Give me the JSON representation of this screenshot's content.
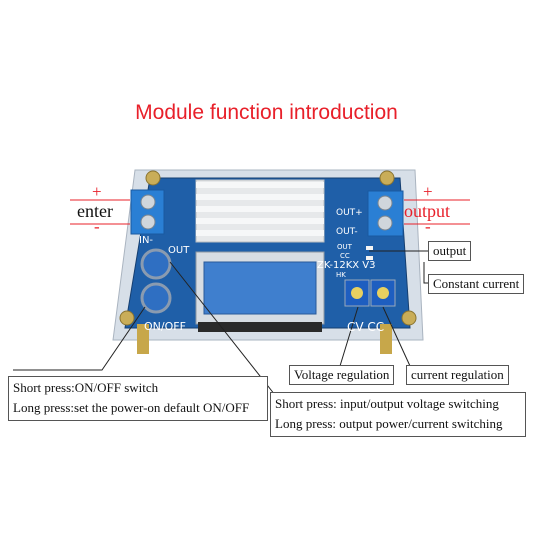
{
  "title": "Module function introduction",
  "input_side": {
    "plus": "+",
    "label": "enter",
    "minus": "-"
  },
  "output_side": {
    "plus": "+",
    "label": "output",
    "minus": "-"
  },
  "board_marks": {
    "in_minus": "IN-",
    "out_button": "OUT",
    "onoff_button": "ON/OFF",
    "out_plus": "OUT+",
    "out_minus": "OUT-",
    "led_out": "OUT",
    "led_cc": "CC",
    "model": "ZK-12KX V3",
    "brand": "HK",
    "cv_cc": "CV CC"
  },
  "callouts": {
    "output": "output",
    "constant_current": "Constant current",
    "voltage_regulation": "Voltage regulation",
    "current_regulation": "current regulation",
    "onoff_short": "Short press:ON/OFF switch",
    "onoff_long": "Long press:set the power-on default ON/OFF",
    "out_short": "Short press: input/output voltage switching",
    "out_long": "Long press: output power/current switching"
  },
  "colors": {
    "title_red": "#e8202a",
    "pcb_blue": "#1f5fa8",
    "terminal_blue": "#2a7fd4",
    "button_blue": "#2f6fc2",
    "lcd": "#3f7fce"
  }
}
